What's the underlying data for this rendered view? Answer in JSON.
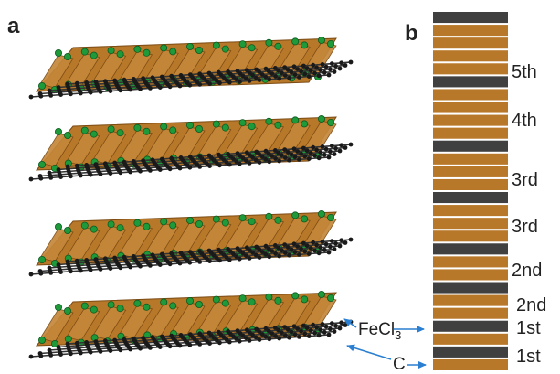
{
  "figure": {
    "panel_a_label": "a",
    "panel_b_label": "b",
    "labels": {
      "fecl3_main": "FeCl",
      "fecl3_sub": "3",
      "carbon": "C"
    },
    "colors": {
      "fecl3_layer": "#b8782a",
      "fecl3_edge": "#7a4a12",
      "chlorine_atom": "#1f9a3a",
      "carbon_atom": "#1a1a1a",
      "graphene_stripe": "#404040",
      "arrow": "#2a7fd0"
    },
    "stack_sequence": [
      "C",
      "F",
      "F",
      "F",
      "F",
      "C",
      "F",
      "F",
      "F",
      "F",
      "C",
      "F",
      "F",
      "F",
      "C",
      "F",
      "F",
      "F",
      "C",
      "F",
      "F",
      "C",
      "F",
      "F",
      "C",
      "F",
      "C",
      "F"
    ],
    "stage_labels": [
      "5th",
      "4th",
      "3rd",
      "3rd",
      "2nd",
      "2nd",
      "1st",
      "1st"
    ]
  }
}
